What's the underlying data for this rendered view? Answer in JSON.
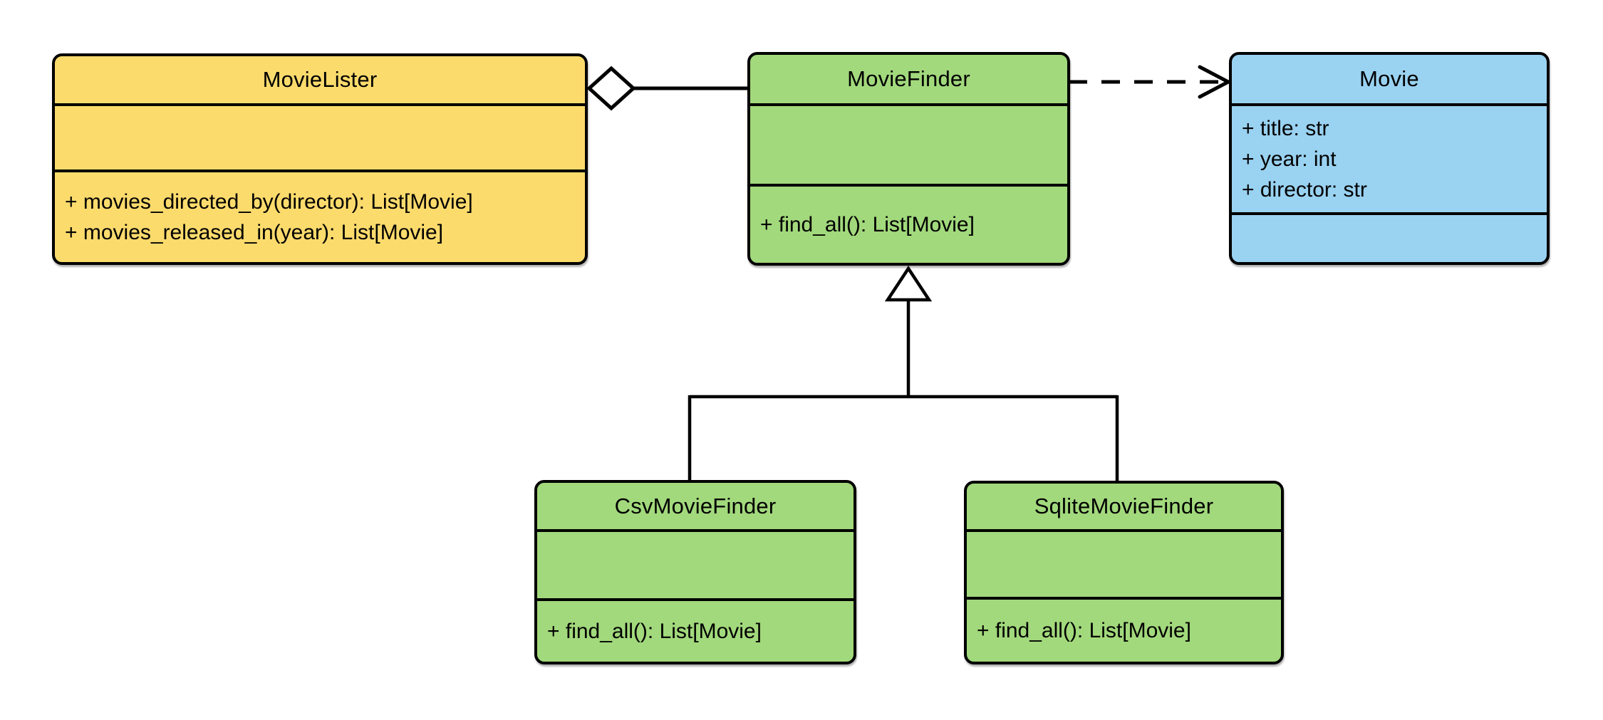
{
  "diagram": {
    "kind": "uml-class-diagram",
    "background_color": "#ffffff",
    "line_color": "#000000"
  },
  "classes": [
    {
      "name": "MovieLister",
      "fill": "#FCDB6D",
      "attributes": [],
      "methods": [
        "+ movies_directed_by(director): List[Movie]",
        "+ movies_released_in(year): List[Movie]"
      ]
    },
    {
      "name": "MovieFinder",
      "fill": "#A2D97C",
      "attributes": [],
      "methods": [
        "+ find_all(): List[Movie]"
      ]
    },
    {
      "name": "Movie",
      "fill": "#9AD2F1",
      "attributes": [
        "+ title: str",
        "+ year: int",
        "+ director: str"
      ],
      "methods": []
    },
    {
      "name": "CsvMovieFinder",
      "fill": "#A2D97C",
      "attributes": [],
      "methods": [
        "+ find_all(): List[Movie]"
      ]
    },
    {
      "name": "SqliteMovieFinder",
      "fill": "#A2D97C",
      "attributes": [],
      "methods": [
        "+ find_all(): List[Movie]"
      ]
    }
  ],
  "relationships": [
    {
      "type": "aggregation",
      "owner": "MovieLister",
      "part": "MovieFinder",
      "marker": "hollow-diamond",
      "line_style": "solid"
    },
    {
      "type": "dependency",
      "from": "MovieFinder",
      "to": "Movie",
      "marker": "open-arrowhead",
      "line_style": "dashed"
    },
    {
      "type": "generalization",
      "parent": "MovieFinder",
      "children": [
        "CsvMovieFinder",
        "SqliteMovieFinder"
      ],
      "marker": "hollow-triangle",
      "line_style": "solid"
    }
  ]
}
